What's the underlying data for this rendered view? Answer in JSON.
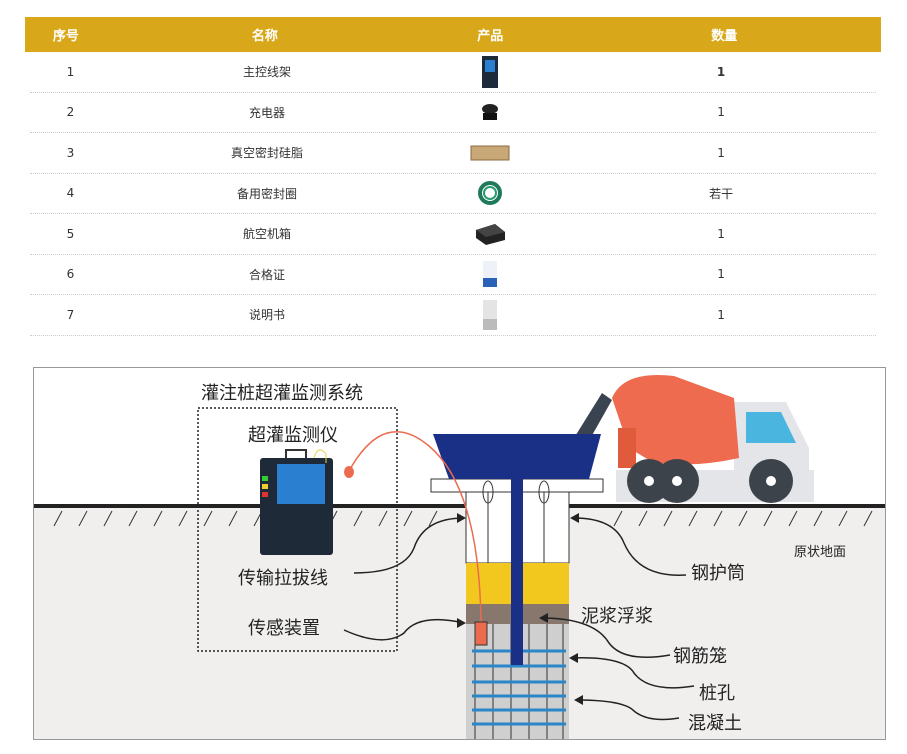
{
  "table": {
    "headers": [
      "序号",
      "名称",
      "产品",
      "数量"
    ],
    "rows": [
      {
        "no": "1",
        "name": "主控线架",
        "product": "main-controller-image",
        "qty": "1"
      },
      {
        "no": "2",
        "name": "充电器",
        "product": "charger-image",
        "qty": "1"
      },
      {
        "no": "3",
        "name": "真空密封硅脂",
        "product": "silicone-grease-box-image",
        "qty": "1"
      },
      {
        "no": "4",
        "name": "备用密封圈",
        "product": "seal-rings-image",
        "qty": "若干"
      },
      {
        "no": "5",
        "name": "航空机箱",
        "product": "flight-case-image",
        "qty": "1"
      },
      {
        "no": "6",
        "name": "合格证",
        "product": "certificate-image",
        "qty": "1"
      },
      {
        "no": "7",
        "name": "说明书",
        "product": "manual-image",
        "qty": "1"
      }
    ]
  },
  "diagram": {
    "system_title": "灌注桩超灌监测系统",
    "device": "超灌监测仪",
    "cable": "传输拉拔线",
    "sensor": "传感装置",
    "casing": "钢护筒",
    "ground": "原状地面",
    "slurry": "泥浆浮浆",
    "cage": "钢筋笼",
    "hole": "桩孔",
    "concrete": "混凝土"
  },
  "colors": {
    "header": "#d9a81a",
    "hopper": "#1a2f86",
    "concrete": "#f2c81e",
    "slurry": "#87776d",
    "cable": "#ec6b4f",
    "rebar": "#2a86c8"
  }
}
